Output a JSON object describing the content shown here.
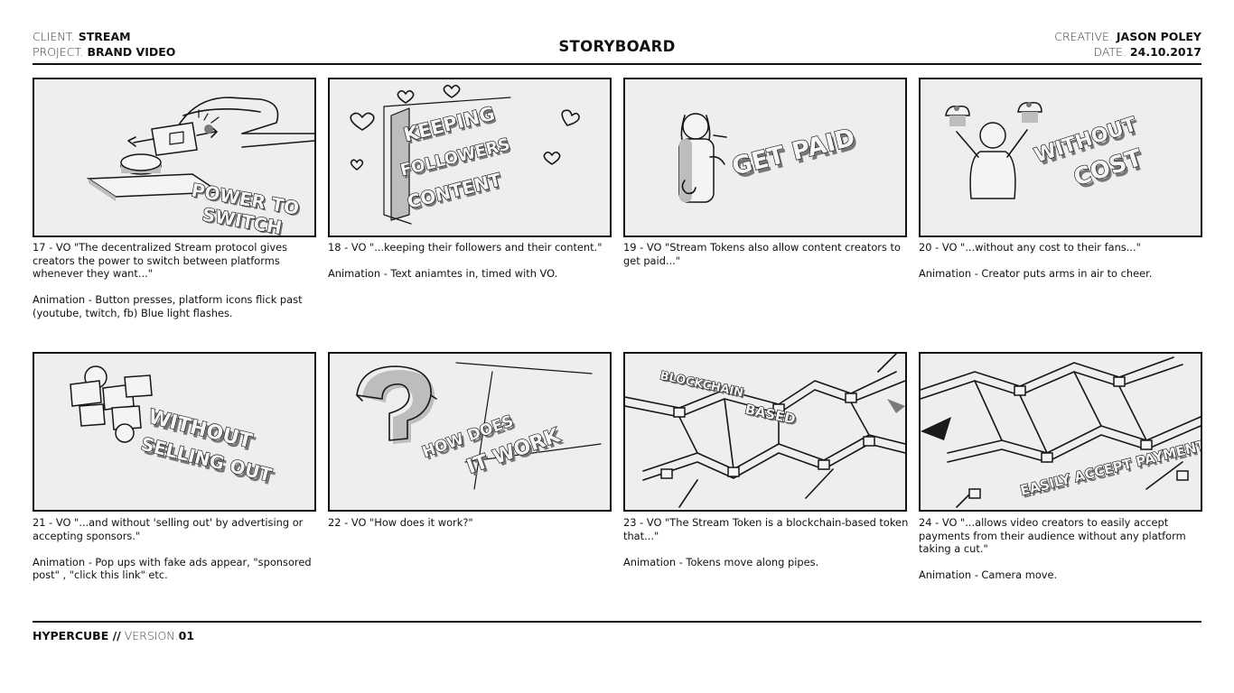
{
  "header": {
    "client_label": "CLIENT.",
    "client_value": "STREAM",
    "project_label": "PROJECT.",
    "project_value": "BRAND VIDEO",
    "title": "STORYBOARD",
    "creative_label": "CREATIVE.",
    "creative_value": "JASON POLEY",
    "date_label": "DATE.",
    "date_value": "24.10.2017"
  },
  "panels": [
    {
      "vo": "17 - VO \"The decentralized Stream protocol gives creators the power to switch between platforms whenever they want...\"",
      "anim": "Animation - Button presses, platform icons flick past (youtube, twitch, fb) Blue light flashes.",
      "sketch_text": [
        "POWER TO",
        "SWITCH"
      ]
    },
    {
      "vo": "18 - VO \"...keeping their followers and their content.\"",
      "anim": "Animation - Text aniamtes in, timed with VO.",
      "sketch_text": [
        "KEEPING",
        "FOLLOWERS",
        "CONTENT"
      ]
    },
    {
      "vo": "19 - VO \"Stream Tokens also allow content creators to get paid...\"",
      "anim": "",
      "sketch_text": [
        "GET PAID"
      ]
    },
    {
      "vo": "20 - VO \"...without any cost to their fans...\"",
      "anim": "Animation - Creator puts arms in air to cheer.",
      "sketch_text": [
        "WITHOUT",
        "COST"
      ]
    },
    {
      "vo": "21 - VO \"...and without 'selling out' by advertising or accepting sponsors.\"",
      "anim": "Animation - Pop ups with fake ads appear, \"sponsored post\" , \"click this link\" etc.",
      "sketch_text": [
        "WITHOUT",
        "SELLING OUT"
      ]
    },
    {
      "vo": "22 - VO \"How does it work?\"",
      "anim": "",
      "sketch_text": [
        "HOW DOES",
        "IT WORK"
      ]
    },
    {
      "vo": "23 - VO \"The Stream Token is a blockchain-based token that...\"",
      "anim": "Animation - Tokens move along pipes.",
      "sketch_text": [
        "BLOCKCHAIN",
        "BASED"
      ]
    },
    {
      "vo": "24 - VO \"...allows video creators to easily accept payments from their audience without any platform taking a cut.\"",
      "anim": "Animation - Camera move.",
      "sketch_text": [
        "EASILY ACCEPT PAYMENTS"
      ]
    }
  ],
  "footer": {
    "brand": "HYPERCUBE //",
    "version_label": "VERSION.",
    "version_value": "01"
  }
}
